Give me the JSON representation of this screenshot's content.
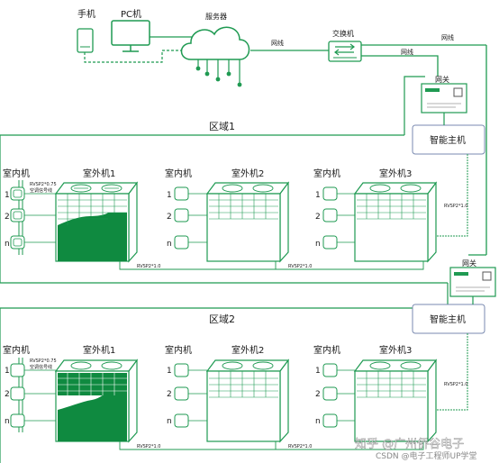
{
  "header": {
    "phone_label": "手机",
    "pc_label": "PC机",
    "server_label": "服务器",
    "switch_label": "交换机",
    "cable_left": "网线",
    "cable_right_top": "网线",
    "cable_right_mid": "网线"
  },
  "gateway_label": "网关",
  "host_label": "智能主机",
  "zones": [
    {
      "title": "区域1",
      "indoor_header": "室内机",
      "indoor_nums": [
        "1",
        "2",
        "n"
      ],
      "bus_label": "RVSP2*0.75\n空调信号线",
      "outdoors": [
        "室外机1",
        "室外机2",
        "室外机3"
      ],
      "bus_bottom_left": "RVSP2*1.0",
      "bus_bottom_right": "RVSP2*1.0",
      "bus_right": "RVSP2*1.0"
    },
    {
      "title": "区域2",
      "indoor_header": "室内机",
      "indoor_nums": [
        "1",
        "2",
        "n"
      ],
      "bus_label": "RVSP2*0.75\n空调信号线",
      "outdoors": [
        "室外机1",
        "室外机2",
        "室外机3"
      ],
      "bus_bottom_left": "RVSP2*1.0",
      "bus_bottom_right": "RVSP2*1.0",
      "bus_right": "RVSP2*1.0"
    }
  ],
  "watermark": "知乎 @广州侨谷电子",
  "watermark2": "CSDN @电子工程师UP学堂",
  "colors": {
    "green": "#1f9a52",
    "dark_green": "#0e7a3a",
    "host_border": "#7a8ab0"
  }
}
